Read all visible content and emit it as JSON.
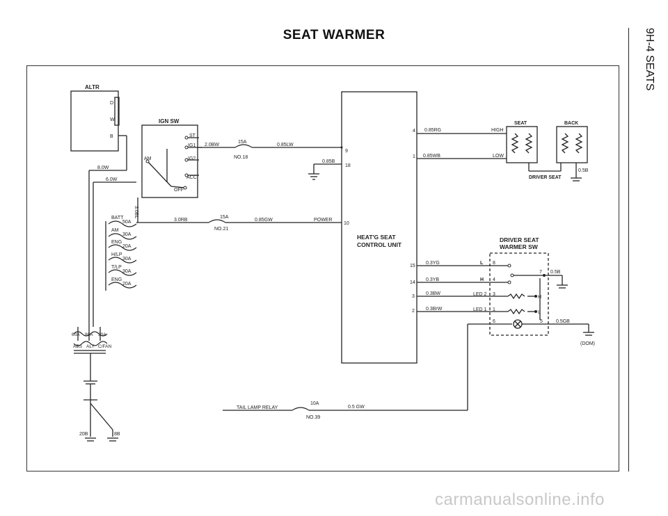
{
  "page": {
    "title": "SEAT WARMER",
    "section": "9H-4 SEATS",
    "footer": "carmanualsonline.info"
  },
  "diagram": {
    "altr": {
      "name": "ALTR",
      "pins": [
        "D",
        "W",
        "B"
      ]
    },
    "ign_sw": {
      "name": "IGN SW",
      "terms": [
        "ST",
        "IG1",
        "IG2",
        "ACC",
        "AM",
        "OFF"
      ]
    },
    "wires": {
      "w1": "2.0BW",
      "w2": "0.85LW",
      "w3": "0.85B",
      "w4": "3.0RB",
      "w5": "0.85GW",
      "w6": "8.0W",
      "w7": "6.0W",
      "w8": "3.0BL",
      "w9": "0.85RG",
      "w10": "0.85WB",
      "w11": "0.3YG",
      "w12": "0.3YB",
      "w13": "0.3BW",
      "w14": "0.3BrW",
      "w15": "0.5B",
      "w16": "0.5GB",
      "w17": "0.5 GW",
      "w18": "0.5B",
      "w19": "20B",
      "w20": "8B"
    },
    "fuses": {
      "f18_amp": "15A",
      "f18_no": "NO.18",
      "f21_amp": "15A",
      "f21_no": "NO.21",
      "f39_amp": "10A",
      "f39_no": "NO.39"
    },
    "fuse_box": [
      {
        "name": "BATT",
        "amp": "50A"
      },
      {
        "name": "AM",
        "amp": "30A"
      },
      {
        "name": "ENG",
        "amp": "20A"
      },
      {
        "name": "H/LP",
        "amp": "30A"
      },
      {
        "name": "T/LP",
        "amp": "30A"
      },
      {
        "name": "ENG",
        "amp": "20A"
      }
    ],
    "main_fuses": {
      "amps": [
        "60A",
        "80A",
        "30A"
      ],
      "names": [
        "ABS",
        "ALT",
        "C/FAN"
      ]
    },
    "control_unit": {
      "line1": "HEAT'G SEAT",
      "line2": "CONTROL UNIT",
      "pins": [
        "4",
        "1",
        "9",
        "18",
        "10",
        "15",
        "14",
        "3",
        "2"
      ]
    },
    "heater": {
      "seat": "SEAT",
      "back": "BACK",
      "high": "HIGH",
      "low": "LOW",
      "driver_seat": "DRIVER SEAT"
    },
    "switch": {
      "line1": "DRIVER SEAT",
      "line2": "WARMER SW",
      "L": "L",
      "H": "H",
      "led2": "LED 2",
      "led1": "LED 1",
      "p8": "8",
      "p4": "4",
      "p3": "3",
      "p1": "1",
      "p6": "6",
      "p7": "7",
      "p5": "5",
      "sym_H": "H",
      "sym_L": "L",
      "dom": "(DOM)"
    },
    "labels": {
      "power": "POWER",
      "tail_lamp_relay": "TAIL LAMP RELAY"
    }
  }
}
